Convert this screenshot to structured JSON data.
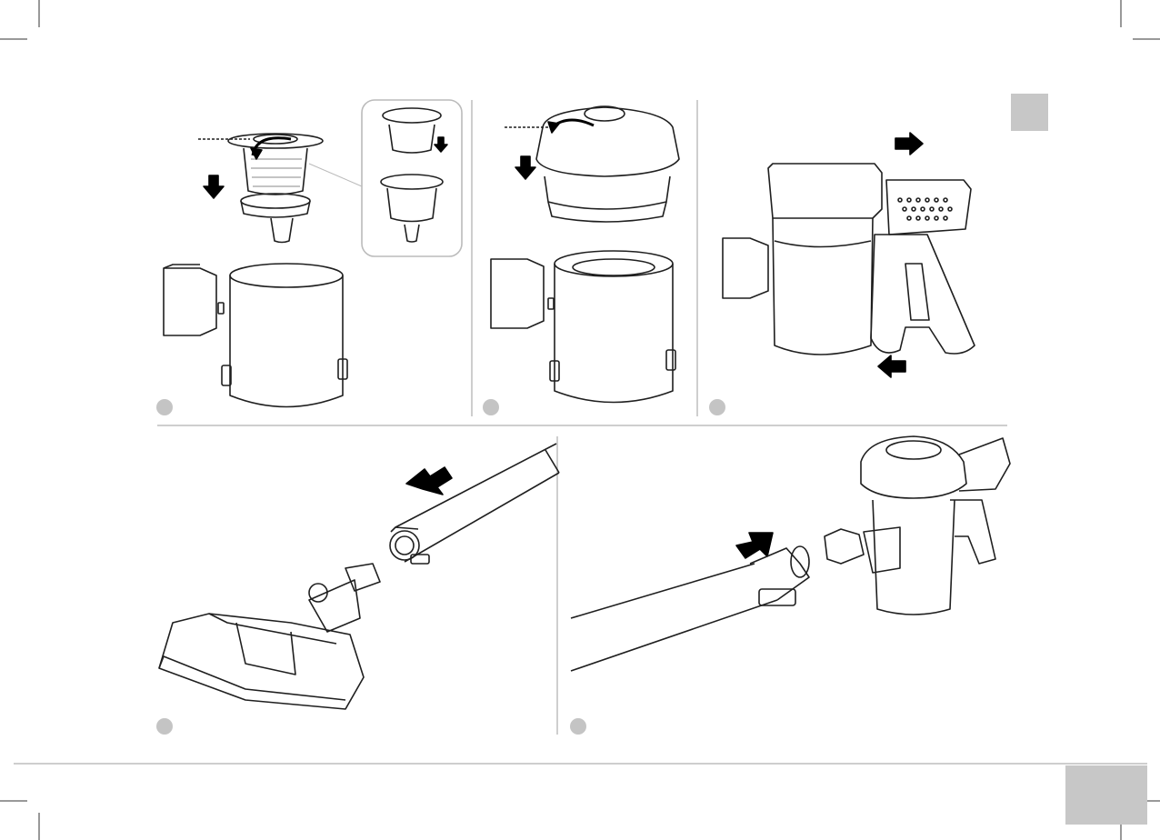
{
  "document": {
    "type": "assembly-instructions",
    "panels": [
      {
        "id": "filter-install",
        "icon": "dust-container-filter-illustration"
      },
      {
        "id": "lid-install",
        "icon": "dust-container-lid-illustration"
      },
      {
        "id": "handle-attach",
        "icon": "handle-attach-illustration"
      },
      {
        "id": "floor-brush-tube",
        "icon": "floor-brush-tube-illustration"
      },
      {
        "id": "tube-to-body",
        "icon": "tube-to-body-illustration"
      }
    ],
    "colors": {
      "badge": "#c4c4c4",
      "tab": "#c7c7c7",
      "line": "#1f1f1f",
      "arrow": "#000000"
    }
  }
}
